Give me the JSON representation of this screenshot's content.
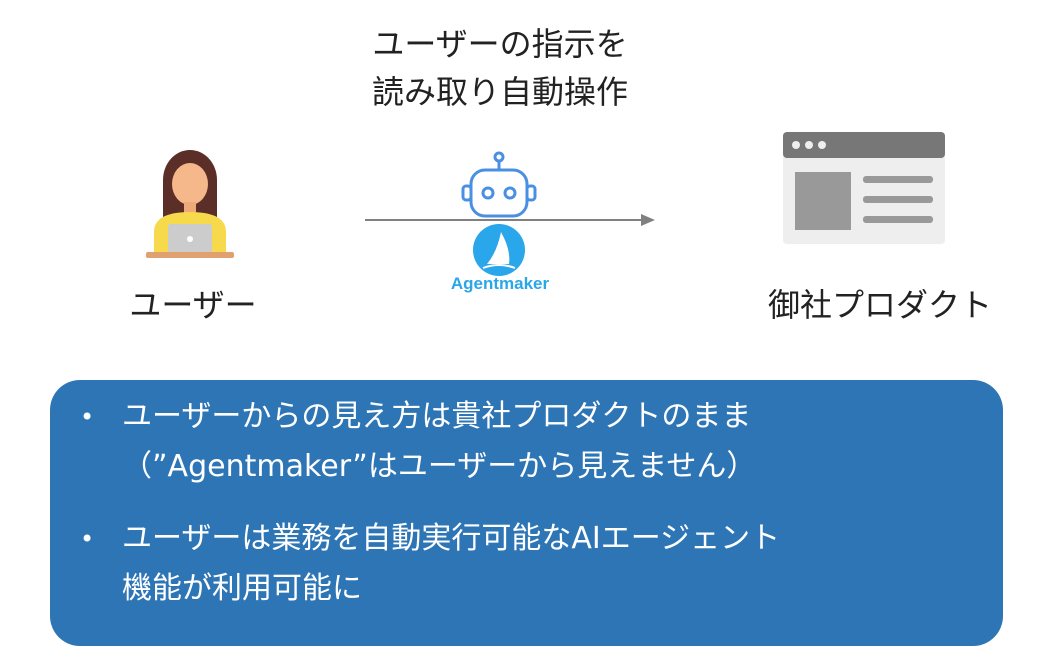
{
  "caption": {
    "line1": "ユーザーの指示を",
    "line2": "読み取り自動操作"
  },
  "user": {
    "label": "ユーザー",
    "icon": "user-with-laptop-icon"
  },
  "agent": {
    "robot_icon": "robot-icon",
    "logo_icon": "sail-logo-icon",
    "logo_text": "Agentmaker"
  },
  "product": {
    "label": "御社プロダクト",
    "icon": "browser-window-icon"
  },
  "bullets": [
    {
      "line1": "ユーザーからの見え方は貴社プロダクトのまま",
      "line2": "（”Agentmaker”はユーザーから見えません）"
    },
    {
      "line1": "ユーザーは業務を自動実行可能なAIエージェント",
      "line2": "機能が利用可能に"
    }
  ],
  "bullet_symbol": "•",
  "colors": {
    "panel": "#2e75b6",
    "logo": "#2aa6ea",
    "robot_stroke": "#4a90e2",
    "arrow": "#808080"
  }
}
